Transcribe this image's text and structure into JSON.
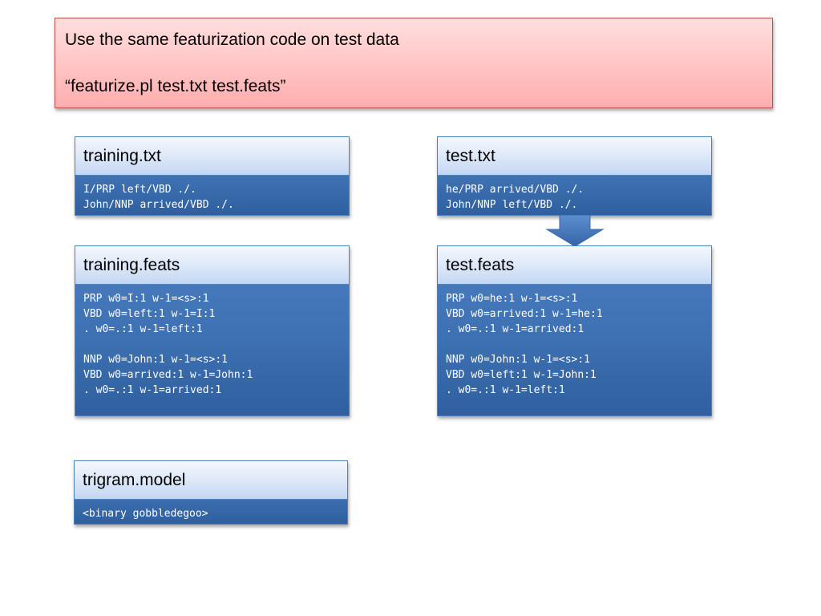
{
  "banner": {
    "line1": "Use the same featurization code on test data",
    "line2": "“featurize.pl test.txt test.feats”"
  },
  "cards": {
    "training_txt": {
      "title": "training.txt",
      "lines": [
        "I/PRP left/VBD ./.",
        "John/NNP arrived/VBD ./."
      ]
    },
    "test_txt": {
      "title": "test.txt",
      "lines": [
        "he/PRP arrived/VBD ./.",
        "John/NNP left/VBD ./."
      ]
    },
    "training_feats": {
      "title": "training.feats",
      "lines": [
        "PRP w0=I:1 w-1=<s>:1",
        "VBD w0=left:1 w-1=I:1",
        ". w0=.:1 w-1=left:1",
        "",
        "NNP w0=John:1 w-1=<s>:1",
        "VBD w0=arrived:1 w-1=John:1",
        ". w0=.:1 w-1=arrived:1"
      ]
    },
    "test_feats": {
      "title": "test.feats",
      "lines": [
        "PRP w0=he:1 w-1=<s>:1",
        "VBD w0=arrived:1 w-1=he:1",
        ". w0=.:1 w-1=arrived:1",
        "",
        "NNP w0=John:1 w-1=<s>:1",
        "VBD w0=left:1 w-1=John:1",
        ". w0=.:1 w-1=left:1"
      ]
    },
    "trigram_model": {
      "title": "trigram.model",
      "lines": [
        "<binary gobbledegoo>"
      ]
    }
  },
  "icons": {
    "flow_arrow": "down-arrow-icon"
  },
  "colors": {
    "banner_border": "#c0504d",
    "card_border": "#4f81bd",
    "card_body": "#3c6fb0",
    "arrow": "#4a7fc2"
  }
}
